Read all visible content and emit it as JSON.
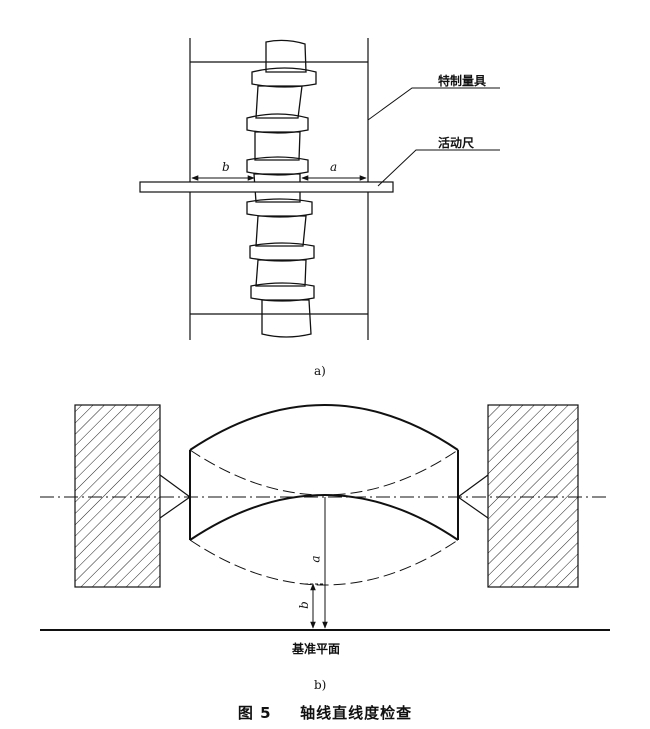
{
  "figure_a": {
    "callout_gauge": "特制量具",
    "callout_ruler": "活动尺",
    "dim_b": "b",
    "dim_a": "a",
    "sublabel": "a)"
  },
  "figure_b": {
    "dim_a": "a",
    "dim_b": "b",
    "datum_label": "基准平面",
    "sublabel": "b)"
  },
  "caption": {
    "number": "图 5",
    "title": "轴线直线度检查"
  }
}
